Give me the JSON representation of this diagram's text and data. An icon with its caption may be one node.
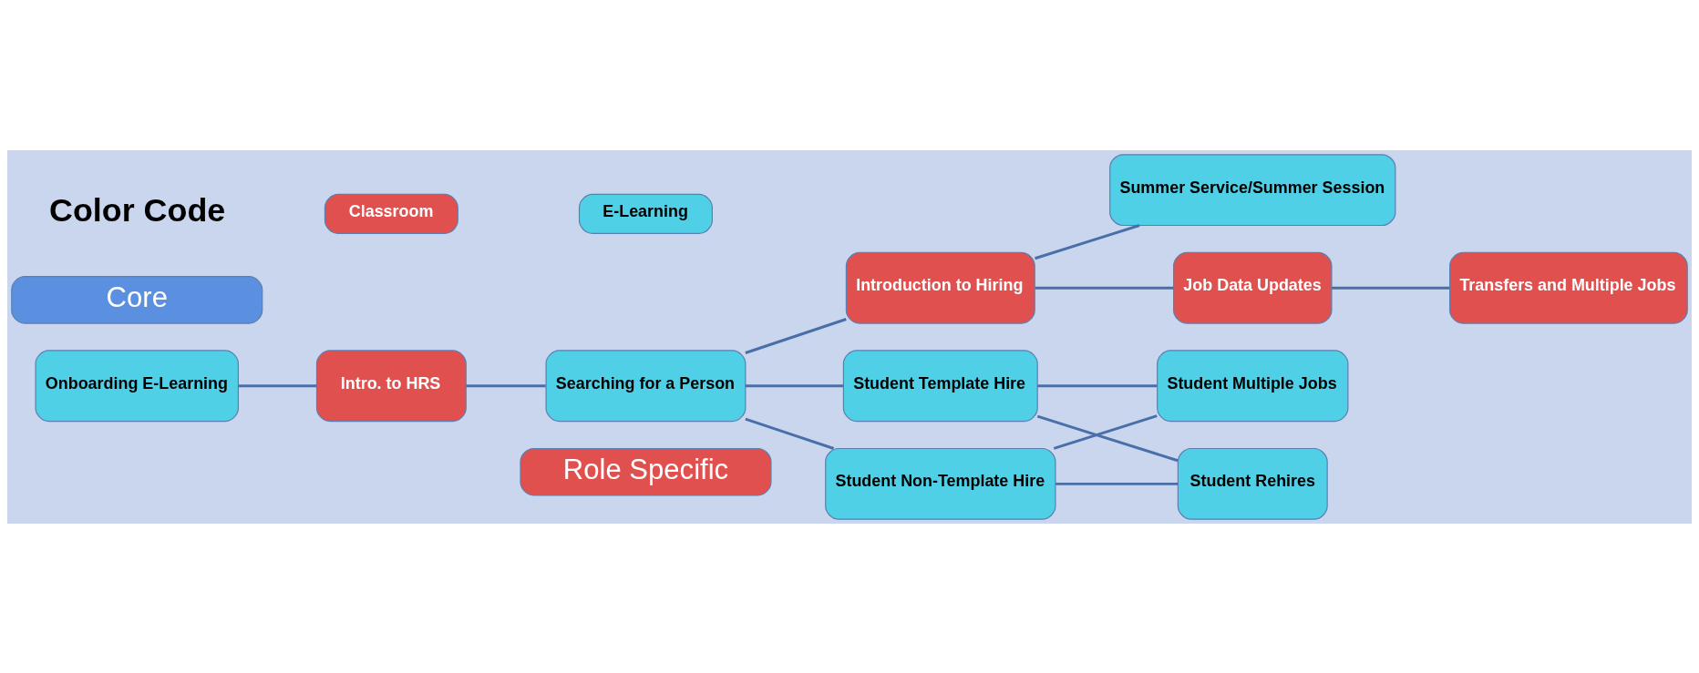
{
  "diagram": {
    "nodes": [
      {
        "text": [
          "Role Specific"
        ]
      },
      {
        "text": [
          "Onboarding E-Learning"
        ]
      },
      {
        "text": [
          "Intro. to HRS"
        ]
      },
      {
        "text": [
          "Searching for a Person"
        ]
      },
      {
        "text": [
          "Introduction to Hiring"
        ]
      },
      {
        "text": [
          "Student Non-Template Hire"
        ]
      },
      {
        "text": [
          "Student Template Hire"
        ]
      },
      {
        "text": [
          "Summer Service/Summer Session"
        ]
      },
      {
        "text": [
          "Job Data Updates"
        ]
      },
      {
        "text": [
          "Student Multiple Jobs"
        ]
      },
      {
        "text": [
          "Student Rehires"
        ]
      },
      {
        "text": [
          "Transfers and Multiple Jobs"
        ]
      },
      {
        "text": [
          "Core"
        ]
      }
    ],
    "edges": [
      {
        "from": 1,
        "to": 2,
        "arrow": "none"
      },
      {
        "from": 2,
        "to": 3,
        "arrow": "none"
      },
      {
        "from": 3,
        "to": 4,
        "arrow": "none"
      },
      {
        "from": 3,
        "to": 5,
        "arrow": "none"
      },
      {
        "from": 3,
        "to": 6,
        "arrow": "none"
      },
      {
        "from": 4,
        "to": 7,
        "arrow": "none"
      },
      {
        "from": 4,
        "to": 8,
        "arrow": "none"
      },
      {
        "from": 5,
        "to": 9,
        "arrow": "none"
      },
      {
        "from": 5,
        "to": 10,
        "arrow": "none"
      },
      {
        "from": 6,
        "to": 9,
        "arrow": "none"
      },
      {
        "from": 6,
        "to": 10,
        "arrow": "none"
      },
      {
        "from": 8,
        "to": 11,
        "arrow": "none"
      }
    ],
    "labels": [
      "Color Code"
    ],
    "legend": [
      {
        "text": "Classroom",
        "color": "#e0504f"
      },
      {
        "text": "E-Learning",
        "color": "#4fd0e6"
      }
    ]
  }
}
